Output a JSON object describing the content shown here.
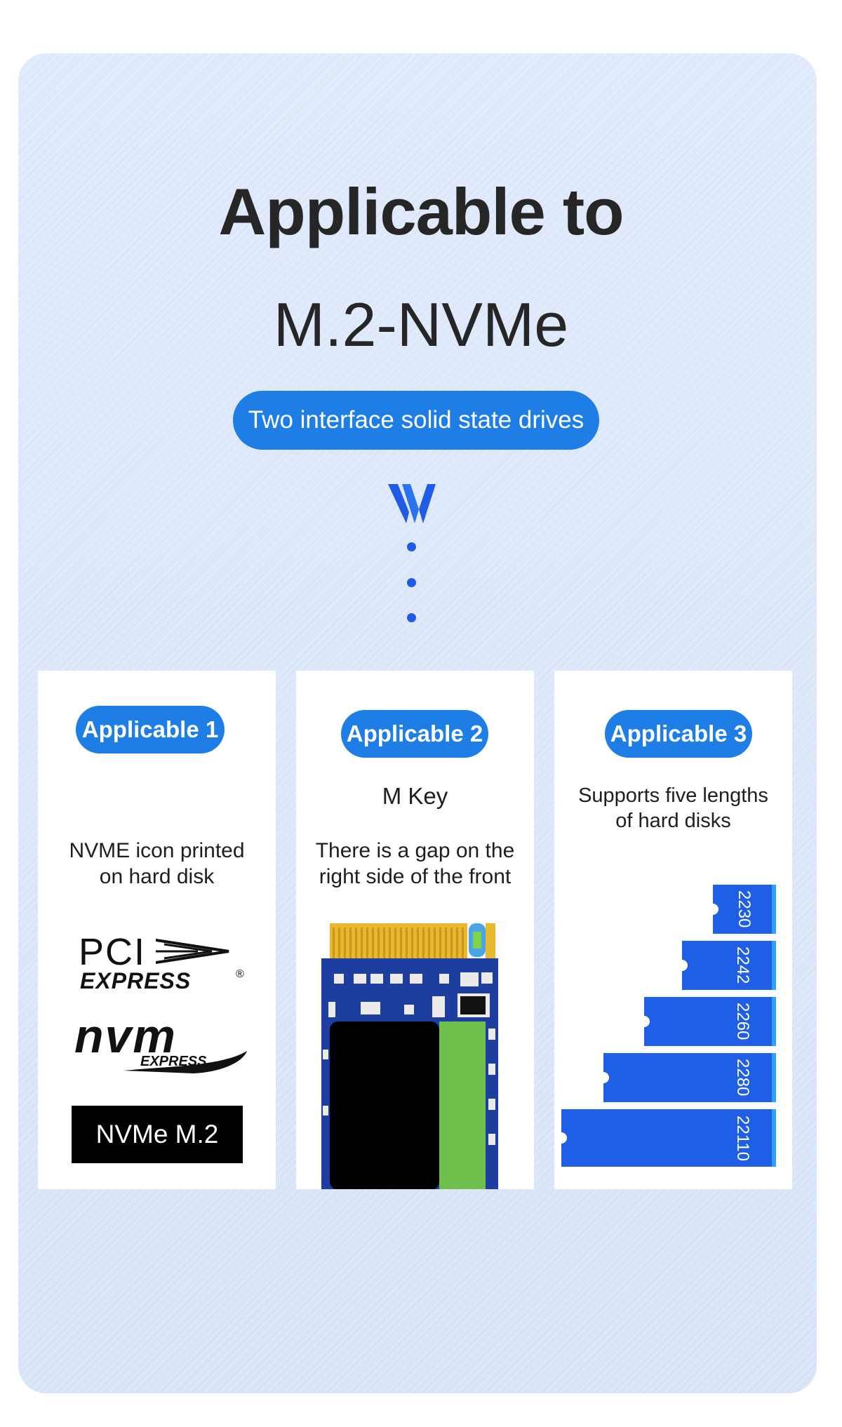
{
  "header": {
    "title": "Applicable to",
    "subtitle": "M.2-NVMe",
    "pill_label": "Two interface solid state drives",
    "decor_icon": "v-chevron-icon"
  },
  "cards": [
    {
      "badge": "Applicable 1",
      "text_line1": "NVME icon printed",
      "text_line2": "on hard disk",
      "logos": {
        "pci_line1": "PCI",
        "pci_line2": "EXPRESS",
        "nvm_main": "nvm",
        "nvm_sub": "EXPRESS",
        "box_label": "NVMe M.2"
      }
    },
    {
      "badge": "Applicable 2",
      "heading": "M Key",
      "text_line1": "There is a gap on the",
      "text_line2": "right side of the front"
    },
    {
      "badge": "Applicable 3",
      "text_line1": "Supports five lengths",
      "text_line2": "of hard disks",
      "lengths": [
        "2230",
        "2242",
        "2260",
        "2280",
        "22110"
      ]
    }
  ],
  "colors": {
    "accent": "#1f7de6",
    "drive_blue": "#1f5fe6",
    "panel_bg": "#dbe6f9",
    "text": "#262626"
  }
}
